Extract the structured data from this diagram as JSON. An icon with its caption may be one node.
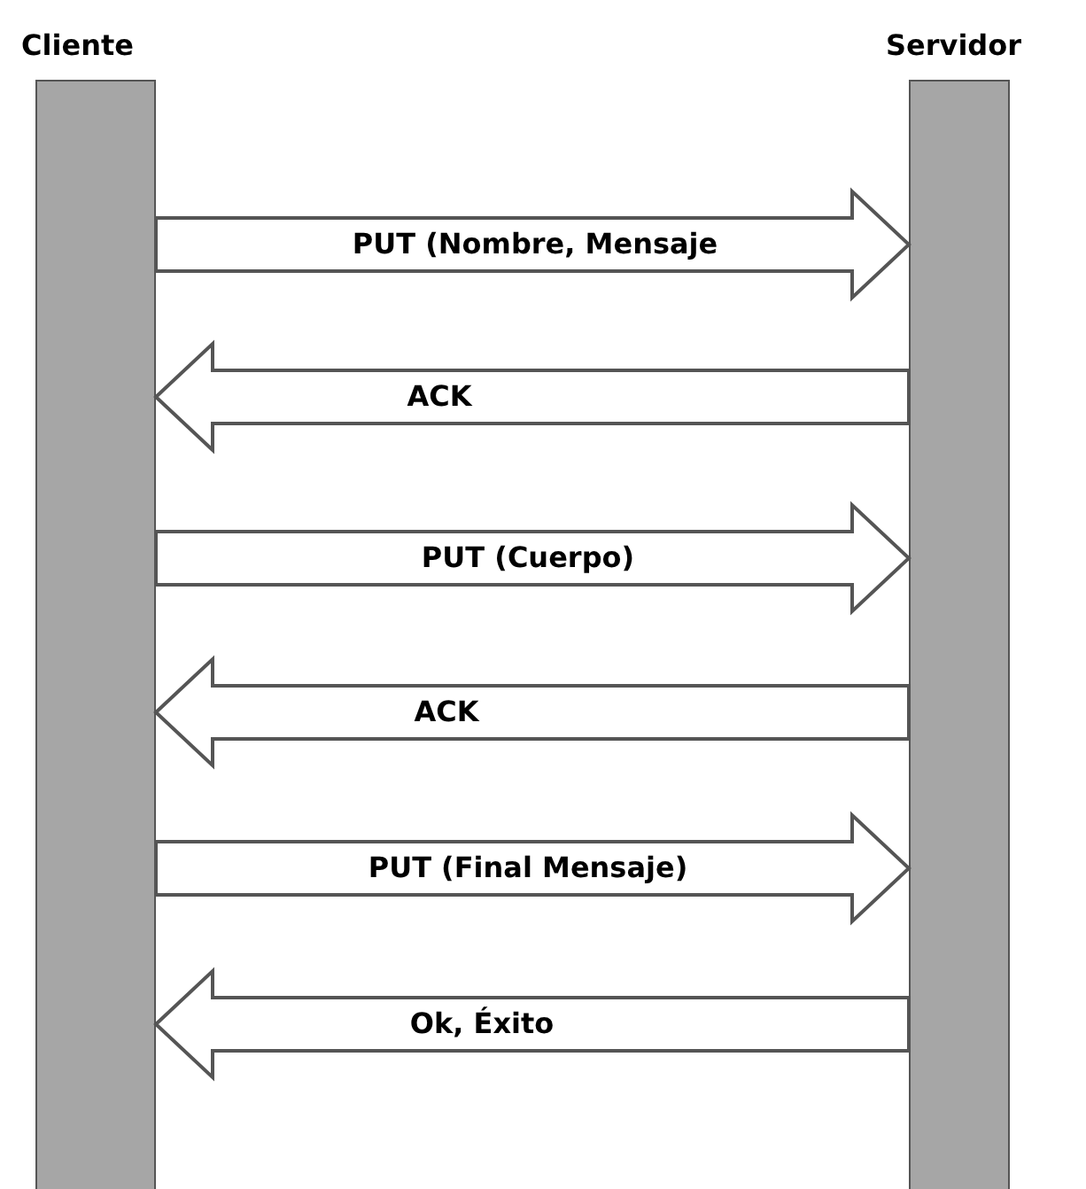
{
  "diagram": {
    "nodes": [
      {
        "text": [
          "Cliente"
        ]
      },
      {
        "text": [
          "Servidor"
        ]
      }
    ],
    "edges": [
      {
        "from": 0,
        "to": 1,
        "arrow": "to",
        "label": "PUT (Nombre, Mensaje"
      },
      {
        "from": 1,
        "to": 0,
        "arrow": "to",
        "label": "ACK"
      },
      {
        "from": 0,
        "to": 1,
        "arrow": "to",
        "label": "PUT (Cuerpo)"
      },
      {
        "from": 1,
        "to": 0,
        "arrow": "to",
        "label": "ACK"
      },
      {
        "from": 0,
        "to": 1,
        "arrow": "to",
        "label": "PUT (Final Mensaje)"
      },
      {
        "from": 1,
        "to": 0,
        "arrow": "to",
        "label": "Ok, Éxito"
      }
    ]
  }
}
